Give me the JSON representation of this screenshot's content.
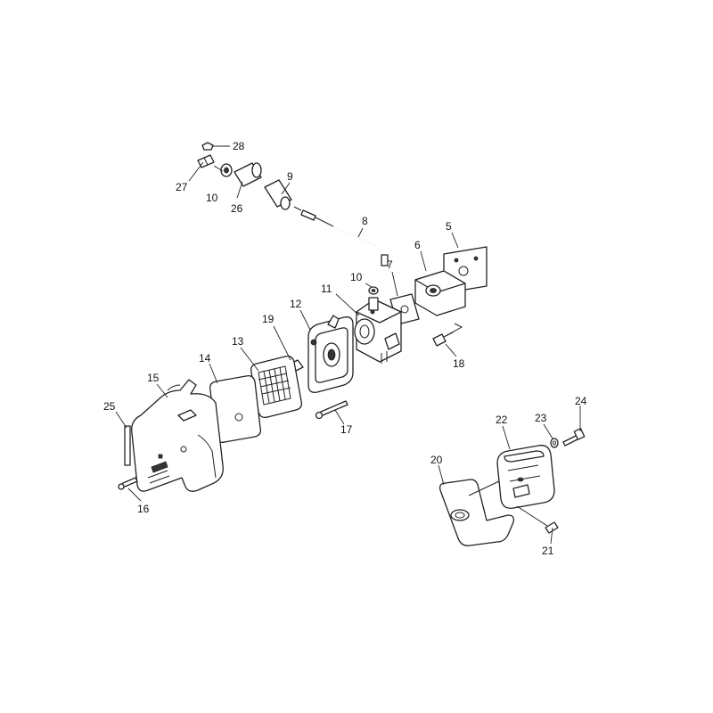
{
  "diagram": {
    "callouts": [
      {
        "id": "c28",
        "text": "28"
      },
      {
        "id": "c27",
        "text": "27"
      },
      {
        "id": "c10a",
        "text": "10"
      },
      {
        "id": "c26",
        "text": "26"
      },
      {
        "id": "c9",
        "text": "9"
      },
      {
        "id": "c8",
        "text": "8"
      },
      {
        "id": "c5",
        "text": "5"
      },
      {
        "id": "c6",
        "text": "6"
      },
      {
        "id": "c7",
        "text": "7"
      },
      {
        "id": "c10b",
        "text": "10"
      },
      {
        "id": "c11",
        "text": "11"
      },
      {
        "id": "c12",
        "text": "12"
      },
      {
        "id": "c19",
        "text": "19"
      },
      {
        "id": "c13",
        "text": "13"
      },
      {
        "id": "c14",
        "text": "14"
      },
      {
        "id": "c15",
        "text": "15"
      },
      {
        "id": "c25",
        "text": "25"
      },
      {
        "id": "c16",
        "text": "16"
      },
      {
        "id": "c17",
        "text": "17"
      },
      {
        "id": "c18",
        "text": "18"
      },
      {
        "id": "c24",
        "text": "24"
      },
      {
        "id": "c23",
        "text": "23"
      },
      {
        "id": "c22",
        "text": "22"
      },
      {
        "id": "c20",
        "text": "20"
      },
      {
        "id": "c21",
        "text": "21"
      }
    ]
  }
}
